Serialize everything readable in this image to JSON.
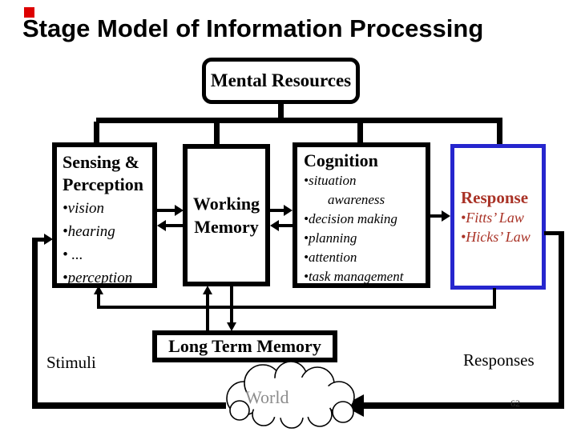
{
  "slide": {
    "title": "Stage Model of Information Processing",
    "page_number": "62"
  },
  "colors": {
    "response_border_blue": "#2626ce",
    "response_text_red": "#a93226",
    "accent_square_red": "#dd0000",
    "world_text_gray": "#8c8c8c",
    "line_black": "#000000"
  },
  "diagram": {
    "mental_resources": {
      "label": "Mental Resources"
    },
    "sensing": {
      "title_line1": "Sensing &",
      "title_line2": "Perception",
      "bullets": [
        "•vision",
        "•hearing",
        "•  ...",
        "•perception"
      ]
    },
    "working_memory": {
      "label_line1": "Working",
      "label_line2": "Memory"
    },
    "cognition": {
      "title": "Cognition",
      "lines": [
        "•situation",
        "awareness",
        "•decision making",
        "•planning",
        "•attention",
        "•task management"
      ]
    },
    "response": {
      "title": "Response",
      "bullets": [
        "•Fitts’ Law",
        "•Hicks’ Law"
      ]
    },
    "long_term_memory": {
      "label": "Long Term Memory"
    },
    "stimuli_label": "Stimuli",
    "responses_label": "Responses",
    "world_label": "World"
  }
}
